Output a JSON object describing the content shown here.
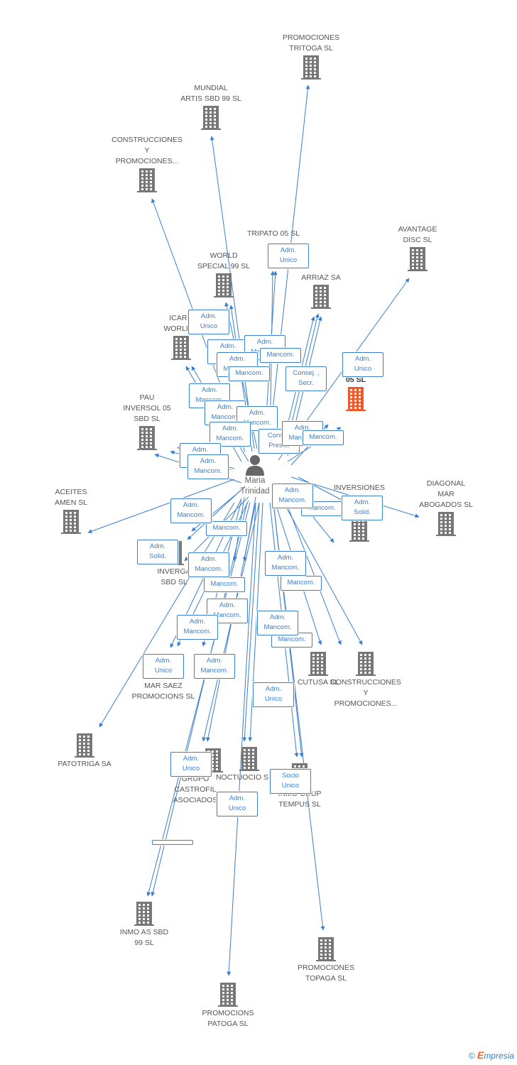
{
  "colors": {
    "edge": "#3a7fcf",
    "building": "#777777",
    "focus_building": "#f05a2a",
    "person": "#666666"
  },
  "person": {
    "name_line1": "Maria",
    "name_line2": "Trinidad"
  },
  "nodes": [
    {
      "id": "tritoga",
      "label": "PROMOCIONES\nTRITOGA SL"
    },
    {
      "id": "mundial",
      "label": "MUNDIAL\nARTIS SBD 99 SL"
    },
    {
      "id": "construcciones1",
      "label": "CONSTRUCCIONES\nY\nPROMOCIONES..."
    },
    {
      "id": "tripato",
      "label": "TRIPATO 05 SL"
    },
    {
      "id": "avantage",
      "label": "AVANTAGE\nDISC SL"
    },
    {
      "id": "world",
      "label": "WORLD\nSPECIAL 99 SL"
    },
    {
      "id": "arriaz",
      "label": "ARRIAZ SA"
    },
    {
      "id": "icaro",
      "label": "ICARO\nWORLD S"
    },
    {
      "id": "gab",
      "label": "GAB      R\n05 SL",
      "focus": true
    },
    {
      "id": "pau",
      "label": "PAU\nINVERSOL 05\nSBD SL"
    },
    {
      "id": "aceites",
      "label": "ACEITES\nAMEN SL"
    },
    {
      "id": "inversiones",
      "label": "INVERSIONES"
    },
    {
      "id": "diagonal",
      "label": "DIAGONAL\nMAR\nABOGADOS SL"
    },
    {
      "id": "inverga",
      "label": "INVERGA\nSBD SL"
    },
    {
      "id": "cutusa",
      "label": "CUTUSA SL"
    },
    {
      "id": "construcciones2",
      "label": "CONSTRUCCIONES\nY\nPROMOCIONES..."
    },
    {
      "id": "marsaez",
      "label": "MAR SAEZ\nPROMOCIONS SL"
    },
    {
      "id": "patotriga",
      "label": "PATOTRIGA SA"
    },
    {
      "id": "castrofil",
      "label": "GRUPO\nCASTROFIL\nASOCIADOS"
    },
    {
      "id": "noctuocio",
      "label": "NOCTUOCIO S"
    },
    {
      "id": "inmogrup",
      "label": "INMO GRUP\nTEMPUS SL"
    },
    {
      "id": "inmoas",
      "label": "INMO AS SBD\n99 SL"
    },
    {
      "id": "topaga",
      "label": "PROMOCIONES\nTOPAGA SL"
    },
    {
      "id": "patoga",
      "label": "PROMOCIONS\nPATOGA SL"
    }
  ],
  "badges": [
    "Adm.\nUnico",
    "Adm.\nUnico",
    "Adm.\nUnico",
    "Adm.\nUnico",
    "Adm.\nMancom.",
    "Adm.\nMancom.",
    "Mancom.",
    "Mancom.",
    "Consej. ,\nSecr.",
    "Adm.\nMancom.",
    "Adm.\nMancom.",
    "Adm.\nMancom.",
    "Consej.\nPresid.",
    "Adm.\nMancom.",
    "Adm.\nMancom.",
    "Mancom.",
    "Adm.\nMancom.",
    "Adm.\nSolid.",
    "Adm.\nMancom.",
    "Mancom.",
    "Adm.\nSolid.",
    "Adm.\nMancom.",
    "Mancom.",
    "Adm.\nMancom.",
    "Mancom.",
    "Mancom.",
    "Adm.\nMancom.",
    "Adm.\nMancom.",
    "Adm.\nMancom.",
    "Mancom.",
    "Adm.\nUnico",
    "Adm.\nMancom.",
    "Adm.\nMancom.",
    "Adm.\nMancom.",
    "Adm.\nUnico",
    "Adm.\nUnico",
    "Adm.\nUnico",
    "Socio\nUnico"
  ],
  "footer": {
    "copyright": "©",
    "brand_initial": "E",
    "brand_rest": "mpresia"
  }
}
